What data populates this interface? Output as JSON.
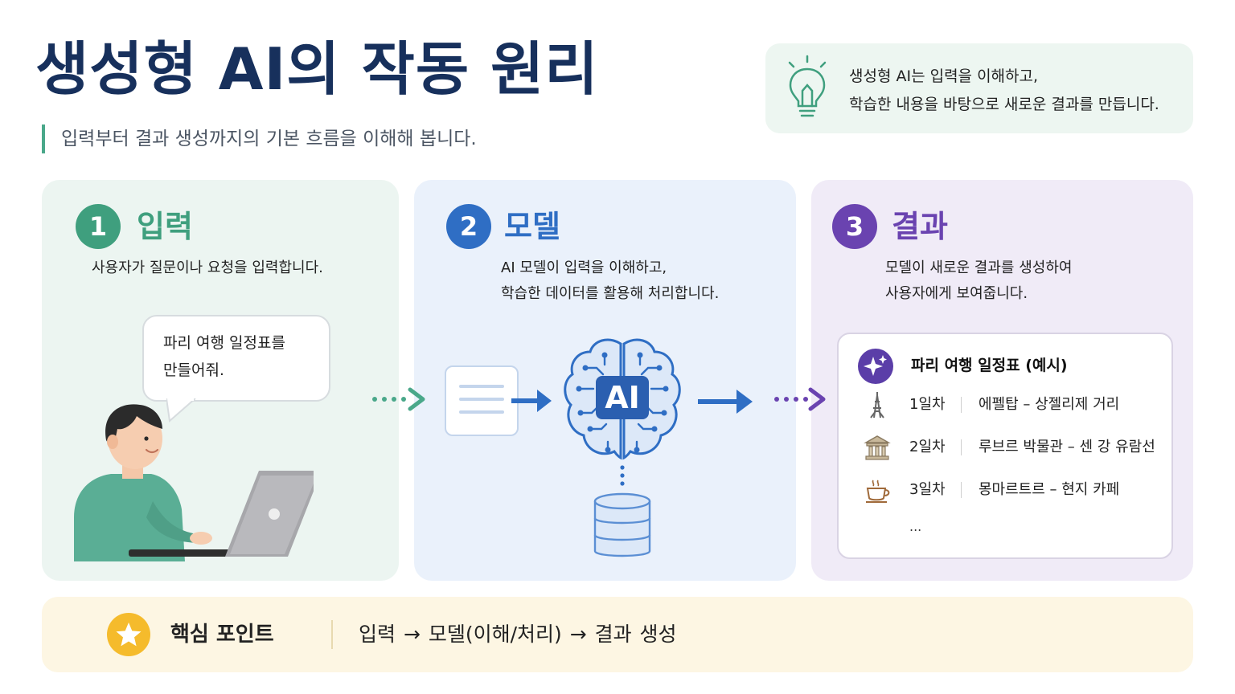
{
  "header": {
    "title": "생성형 AI의 작동 원리",
    "subtitle": "입력부터 결과 생성까지의 기본 흐름을 이해해 봅니다."
  },
  "tip": {
    "icon": "lightbulb-icon",
    "line1": "생성형 AI는 입력을 이해하고,",
    "line2": "학습한 내용을 바탕으로 새로운 결과를 만듭니다."
  },
  "steps": [
    {
      "number": "1",
      "title": "입력",
      "desc_line1": "사용자가 질문이나 요청을 입력합니다.",
      "color": "#3f9f7e"
    },
    {
      "number": "2",
      "title": "모델",
      "desc_line1": "AI 모델이 입력을 이해하고,",
      "desc_line2": "학습한 데이터를 활용해 처리합니다.",
      "color": "#2f6ec4"
    },
    {
      "number": "3",
      "title": "결과",
      "desc_line1": "모델이 새로운 결과를 생성하여",
      "desc_line2": "사용자에게 보여줍니다.",
      "color": "#6a43b0"
    }
  ],
  "input": {
    "bubble_line1": "파리 여행 일정표를",
    "bubble_line2": "만들어줘."
  },
  "model": {
    "brain_label": "AI",
    "icons": [
      "document-icon",
      "brain-icon",
      "database-icon"
    ]
  },
  "result": {
    "card_title": "파리 여행 일정표 (예시)",
    "rows": [
      {
        "icon": "eiffel-tower-icon",
        "day": "1일차",
        "place": "에펠탑 – 상젤리제 거리"
      },
      {
        "icon": "museum-icon",
        "day": "2일차",
        "place": "루브르 박물관 – 센 강 유람선"
      },
      {
        "icon": "coffee-cup-icon",
        "day": "3일차",
        "place": "몽마르트르 – 현지 카페"
      }
    ],
    "ellipsis": "..."
  },
  "key_point": {
    "icon": "star-icon",
    "label": "핵심 포인트",
    "text": "입력  →  모델(이해/처리)  →  결과 생성"
  },
  "colors": {
    "title": "#17305c",
    "green": "#3f9f7e",
    "blue": "#2f6ec4",
    "purple": "#6a43b0",
    "star": "#f5bb2c"
  }
}
